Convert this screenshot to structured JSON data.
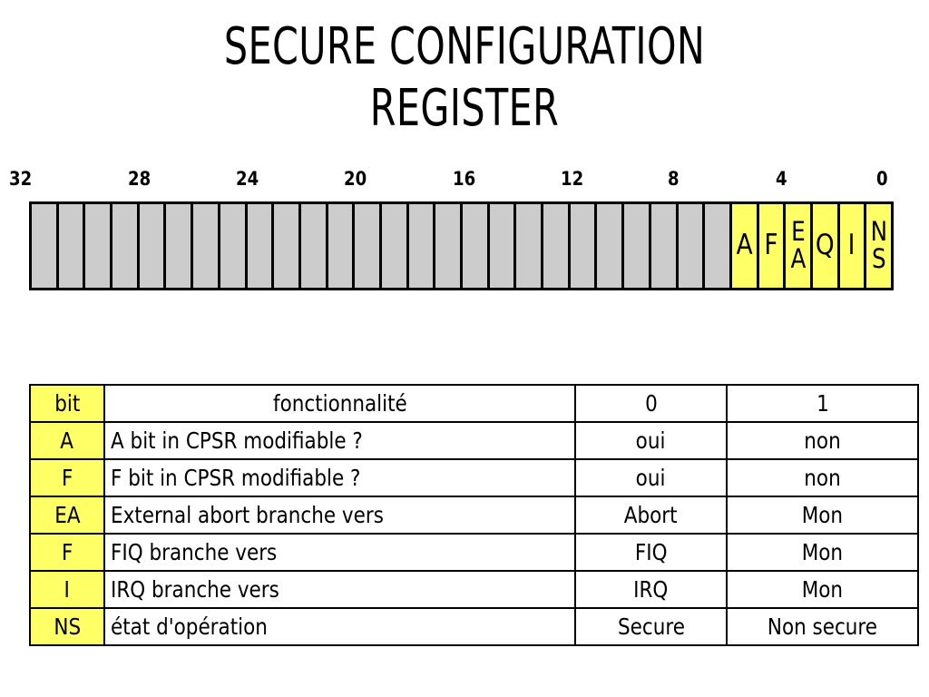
{
  "slide": {
    "title": "SECURE CONFIGURATION\nREGISTER"
  },
  "register": {
    "ruler_labels": [
      "32",
      "28",
      "24",
      "20",
      "16",
      "12",
      "8",
      "4",
      "0"
    ],
    "total_bits": 32,
    "gray_cells": 26,
    "named_bits": [
      {
        "label": "A",
        "lines": "A"
      },
      {
        "label": "F",
        "lines": "F"
      },
      {
        "label": "EA",
        "lines": "E\nA"
      },
      {
        "label": "Q",
        "lines": "Q"
      },
      {
        "label": "I",
        "lines": "I"
      },
      {
        "label": "NS",
        "lines": "N\nS"
      }
    ],
    "colors": {
      "gray": "#CCCCCC",
      "yellow": "#FFFF66",
      "border": "#000000"
    }
  },
  "table": {
    "headers": {
      "bit": "bit",
      "functionality": "fonctionnalité",
      "zero": "0",
      "one": "1"
    },
    "rows": [
      {
        "bit": "A",
        "functionality": "A bit in CPSR modifiable ?",
        "zero": "oui",
        "one": "non"
      },
      {
        "bit": "F",
        "functionality": "F bit in CPSR modifiable ?",
        "zero": "oui",
        "one": "non"
      },
      {
        "bit": "EA",
        "functionality": "External abort branche vers",
        "zero": "Abort",
        "one": "Mon"
      },
      {
        "bit": "F",
        "functionality": "FIQ branche vers",
        "zero": "FIQ",
        "one": "Mon"
      },
      {
        "bit": "I",
        "functionality": "IRQ branche vers",
        "zero": "IRQ",
        "one": "Mon"
      },
      {
        "bit": "NS",
        "functionality": "état d'opération",
        "zero": "Secure",
        "one": "Non secure"
      }
    ]
  }
}
